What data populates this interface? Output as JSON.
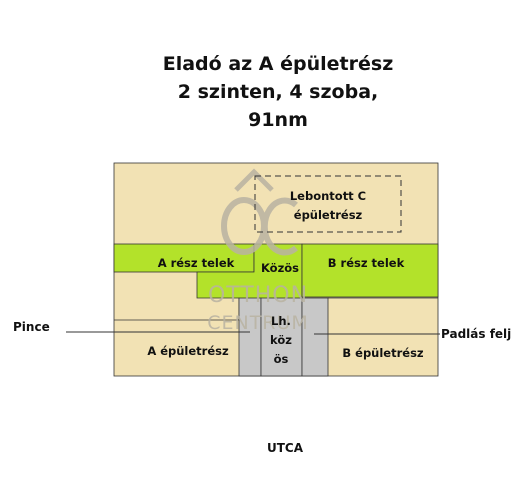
{
  "title": {
    "line1": "Eladó az A épületrész",
    "line2": "2 szinten, 4 szoba,",
    "line3": "91nm"
  },
  "areas": {
    "demolished": {
      "line1": "Lebontott C",
      "line2": "épületrész"
    },
    "a_plot": "A rész telek",
    "common": "Közös",
    "b_plot": "B rész telek",
    "stair": {
      "line1": "Lh.",
      "line2": "köz",
      "line3": "ös"
    },
    "a_building": "A épületrész",
    "b_building": "B épületrész"
  },
  "callouts": {
    "cellar": "Pince",
    "attic": "Padlás felj"
  },
  "street": "UTCA",
  "watermark": {
    "line1": "OTTHON",
    "line2": "CENTRUM"
  },
  "colors": {
    "beige": "#f2e2b4",
    "green": "#b3e22a",
    "gray": "#c8c8c8",
    "line": "#333333"
  }
}
